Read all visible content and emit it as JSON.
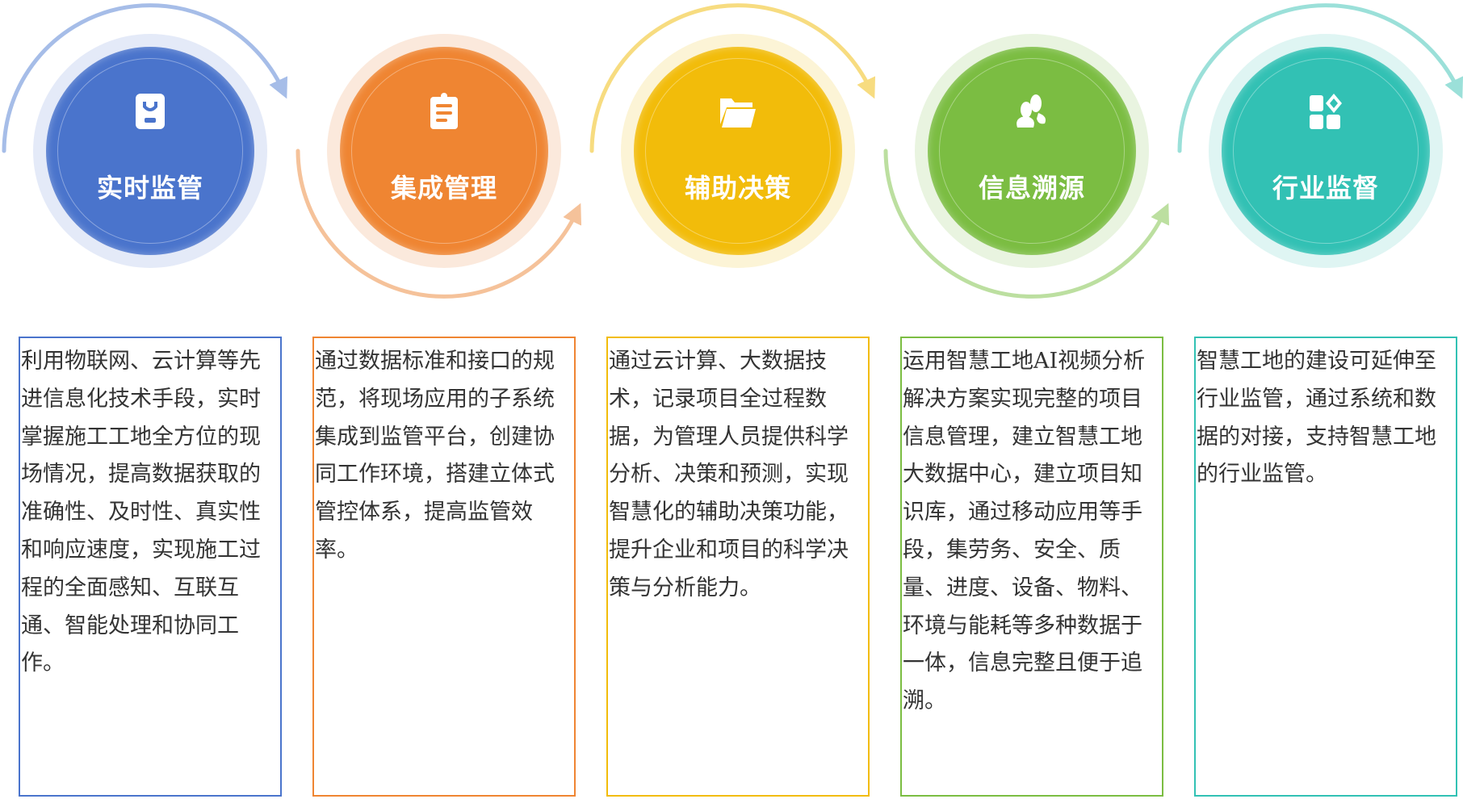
{
  "steps": [
    {
      "title": "实时监管",
      "icon": "monitor-device-icon",
      "color": "#4a74cc",
      "ring": "#e4eaf8",
      "arc": "#a6bde8",
      "text": "利用物联网、云计算等先进信息化技术手段，实时掌握施工工地全方位的现场情况，提高数据获取的准确性、及时性、真实性和响应速度，实现施工过程的全面感知、互联互通、智能处理和协同工作。"
    },
    {
      "title": "集成管理",
      "icon": "clipboard-icon",
      "color": "#ef8532",
      "ring": "#fbe9dc",
      "arc": "#f5c29a",
      "text": "通过数据标准和接口的规范，将现场应用的子系统集成到监管平台，创建协同工作环境，搭建立体式管控体系，提高监管效率。"
    },
    {
      "title": "辅助决策",
      "icon": "folder-open-icon",
      "color": "#f2bc0a",
      "ring": "#fcf4d6",
      "arc": "#f7dc80",
      "text": "通过云计算、大数据技术，记录项目全过程数据，为管理人员提供科学分析、决策和预测，实现智慧化的辅助决策功能，提升企业和项目的科学决策与分析能力。"
    },
    {
      "title": "信息溯源",
      "icon": "users-icon",
      "color": "#7bbd42",
      "ring": "#e9f4e0",
      "arc": "#bcdfa0",
      "text": "运用智慧工地AI视频分析解决方案实现完整的项目信息管理，建立智慧工地大数据中心，建立项目知识库，通过移动应用等手段，集劳务、安全、质量、进度、设备、物料、环境与能耗等多种数据于一体，信息完整且便于追溯。"
    },
    {
      "title": "行业监督",
      "icon": "apps-grid-icon",
      "color": "#32c1b4",
      "ring": "#dff5f3",
      "arc": "#9be0d9",
      "text": "智慧工地的建设可延伸至行业监管，通过系统和数据的对接，支持智慧工地的行业监管。"
    }
  ]
}
